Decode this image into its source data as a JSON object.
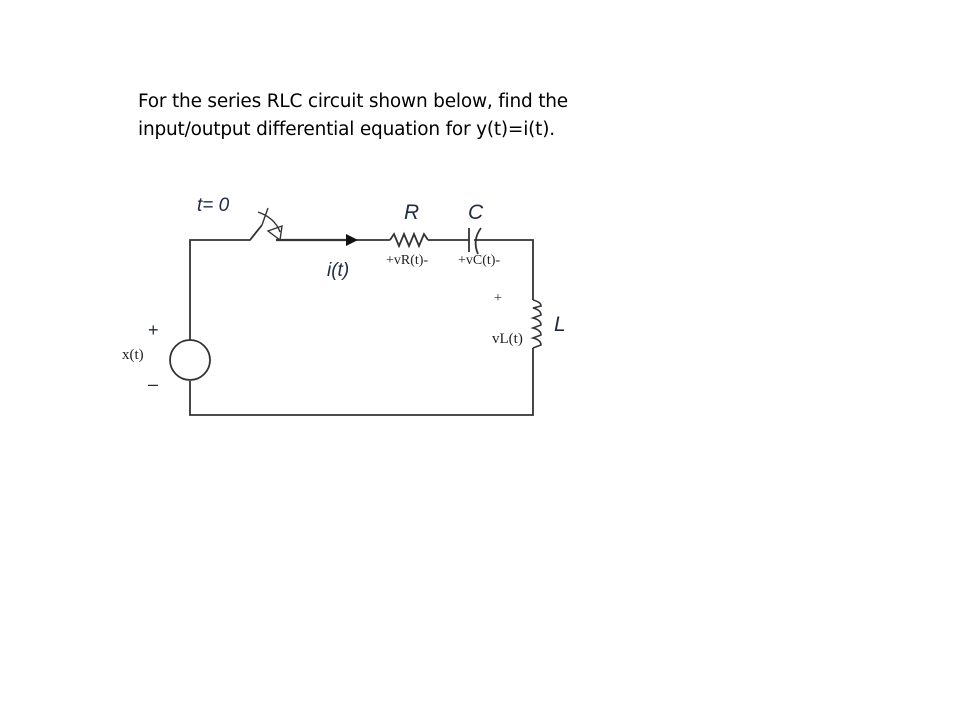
{
  "question": {
    "line1": "For the series RLC circuit shown below, find the",
    "line2": "input/output differential  equation for y(t)=i(t)."
  },
  "circuit": {
    "switch_label": "t= 0",
    "current_label": "i(t)",
    "resistor_label": "R",
    "capacitor_label": "C",
    "inductor_label": "L",
    "source_label": "x(t)",
    "source_plus": "+",
    "source_minus": "–",
    "vr_label": "+vR(t)-",
    "vc_label": "+vC(t)-",
    "vl_plus": "+",
    "vl_label": "vL(t)",
    "colors": {
      "wire": "#333333",
      "label": "#1f2a44"
    }
  }
}
